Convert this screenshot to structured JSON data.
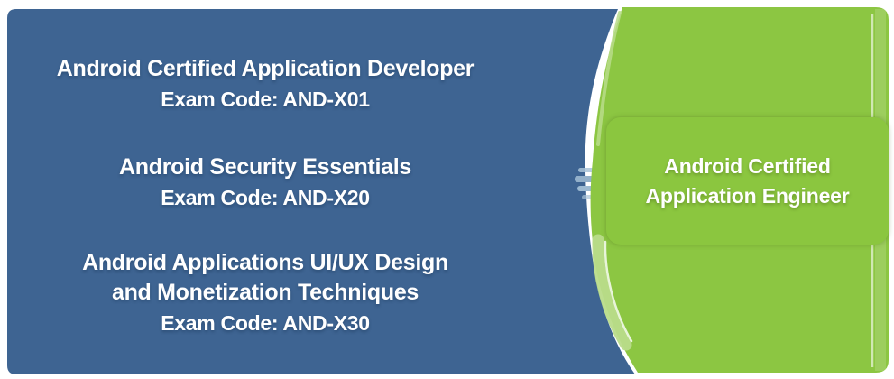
{
  "palette": {
    "panel_blue": "#3e6492",
    "arrow_green": "#8cc642",
    "badge_green": "#8bc63f",
    "edge_highlight_green": "#b9dc8a",
    "text_white": "#ffffff",
    "dash_blue": "#9cb8d0"
  },
  "left_panel": {
    "certifications": [
      {
        "lines": [
          "Android Certified Application Developer"
        ],
        "exam_code": "Exam Code: AND-X01"
      },
      {
        "lines": [
          "Android Security Essentials"
        ],
        "exam_code": "Exam Code: AND-X20"
      },
      {
        "lines": [
          "Android Applications UI/UX Design",
          "and Monetization Techniques"
        ],
        "exam_code": "Exam Code: AND-X30"
      }
    ]
  },
  "right_badge": {
    "lines": [
      "Android Certified",
      "Application Engineer"
    ]
  }
}
